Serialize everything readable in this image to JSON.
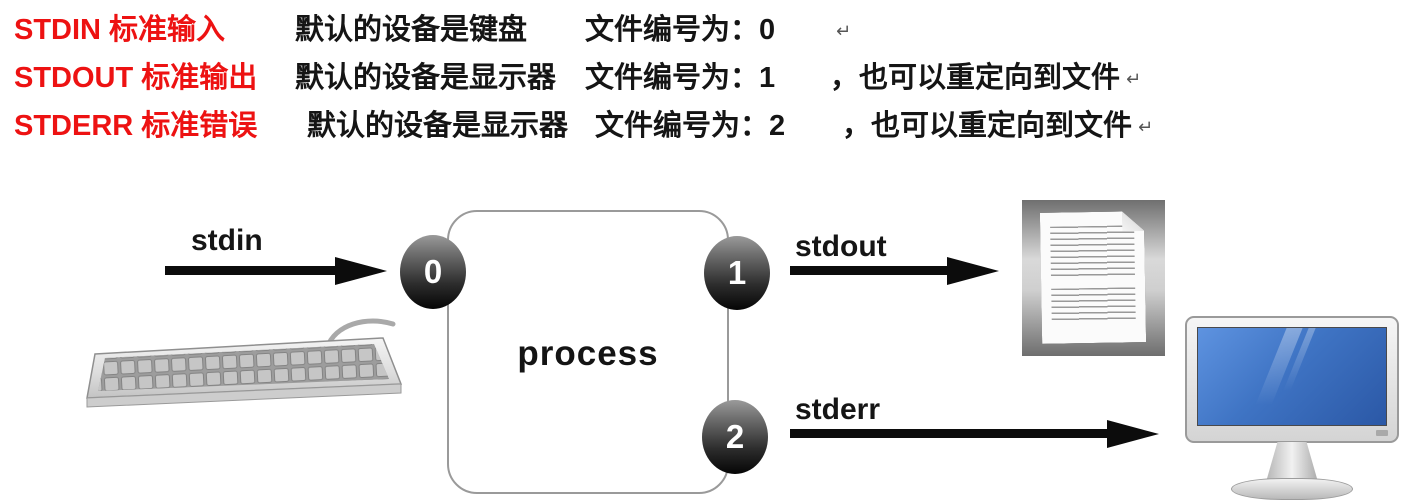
{
  "colors": {
    "term_red": "#ed1212",
    "text_black": "#151515",
    "monitor_screen_blue": "#3f74c4"
  },
  "definitions": [
    {
      "term": "STDIN  标准输入",
      "device": "默认的设备是键盘",
      "fd": "文件编号为：0",
      "extra": "",
      "return_mark": "↵"
    },
    {
      "term": "STDOUT  标准输出",
      "device": "默认的设备是显示器",
      "fd": "文件编号为：1",
      "extra": "，也可以重定向到文件",
      "return_mark": "↵"
    },
    {
      "term": "STDERR  标准错误",
      "device": "默认的设备是显示器",
      "fd": "文件编号为：2",
      "extra": "，也可以重定向到文件",
      "return_mark": "↵"
    }
  ],
  "diagram": {
    "process_label": "process",
    "streams": [
      {
        "name": "stdin",
        "fd": "0",
        "endpoint_icon": "keyboard-icon"
      },
      {
        "name": "stdout",
        "fd": "1",
        "endpoint_icon": "document-icon"
      },
      {
        "name": "stderr",
        "fd": "2",
        "endpoint_icon": "monitor-icon"
      }
    ]
  }
}
